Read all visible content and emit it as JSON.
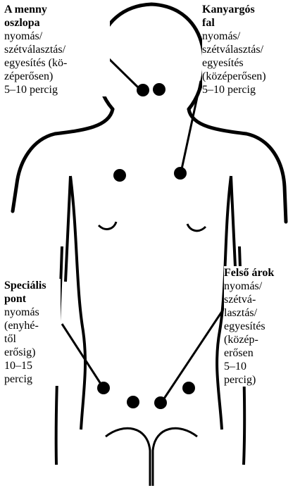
{
  "labels": {
    "top_left": {
      "title": [
        "A menny",
        "oszlopa"
      ],
      "desc": [
        "nyomás/",
        "szétválasztás/",
        "egyesítés (kö-",
        "zéperősen)",
        "5–10 percig"
      ]
    },
    "top_right": {
      "title": [
        "Kanyargós",
        "fal"
      ],
      "desc": [
        "nyomás/",
        "szétválasztás/",
        "egyesítés",
        "(középerősen)",
        "5–10 percig"
      ]
    },
    "bottom_left": {
      "title": [
        "Speciális",
        "pont"
      ],
      "desc": [
        "nyomás",
        "(enyhé-",
        "től",
        "erősig)",
        "10–15",
        "percig"
      ]
    },
    "bottom_right": {
      "title": [
        "Felső árok"
      ],
      "desc": [
        "nyomás/",
        "szétvá-",
        "lasztás/",
        "egyesítés",
        "(közép-",
        "erősen",
        "5–10",
        "percig)"
      ]
    }
  },
  "colors": {
    "ink": "#000000",
    "paper": "#ffffff"
  }
}
